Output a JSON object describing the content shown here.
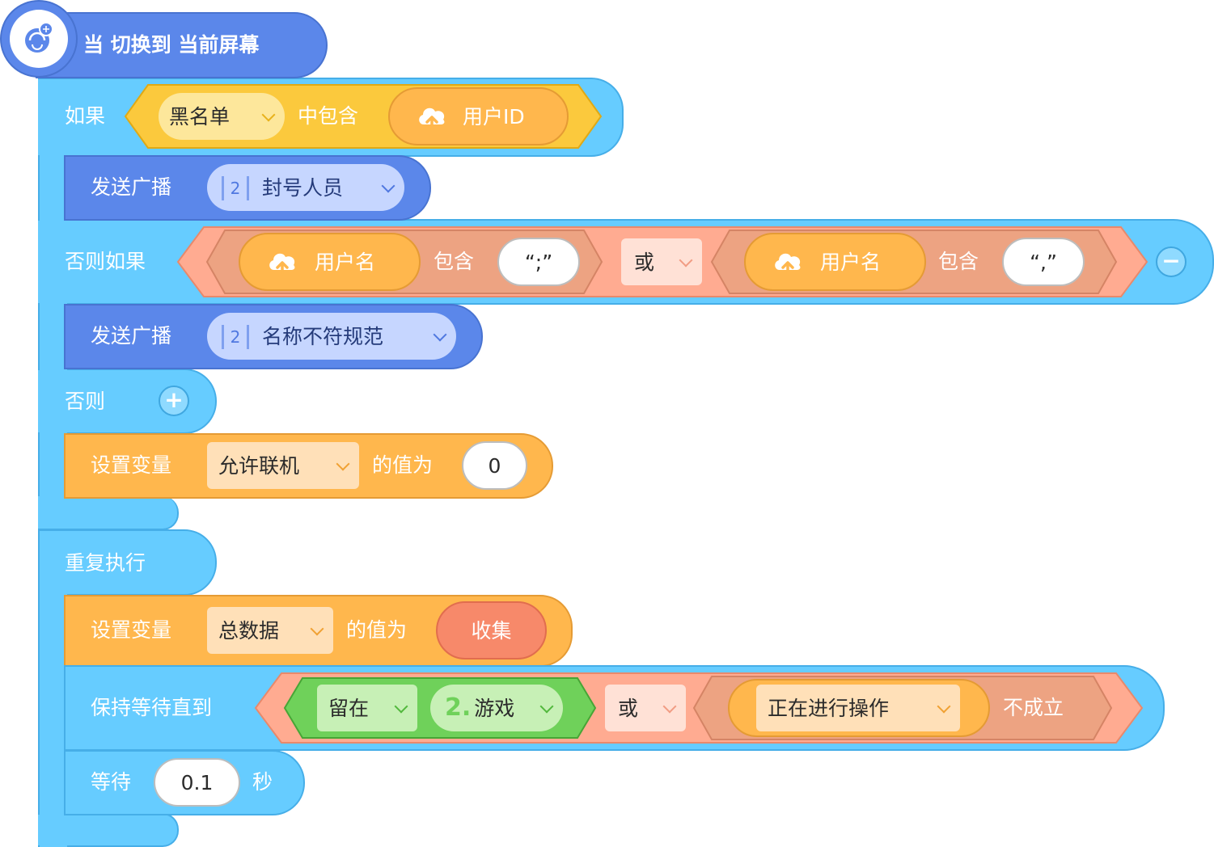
{
  "hat": {
    "label": "当 切换到 当前屏幕",
    "icon": "broadcast-globe-icon"
  },
  "if_block": {
    "if_label": "如果",
    "list_dropdown": "黑名单",
    "contains_label": "中包含",
    "user_id_label": "用户ID",
    "broadcast_label": "发送广播",
    "broadcast_badge": "2",
    "broadcast_message": "封号人员",
    "elif_label": "否则如果",
    "elif_username_1": "用户名",
    "elif_contains_1": "包含",
    "elif_value_1": "“;”",
    "elif_or": "或",
    "elif_username_2": "用户名",
    "elif_contains_2": "包含",
    "elif_value_2": "“,”",
    "broadcast2_label": "发送广播",
    "broadcast2_badge": "2",
    "broadcast2_message": "名称不符规范",
    "else_label": "否则",
    "set_label": "设置变量",
    "set_variable": "允许联机",
    "set_value_label": "的值为",
    "set_value": "0"
  },
  "repeat_block": {
    "repeat_label": "重复执行",
    "set_label": "设置变量",
    "set_variable": "总数据",
    "set_value_label": "的值为",
    "set_value": "收集",
    "wait_until_label": "保持等待直到",
    "stay_dropdown": "留在",
    "screen_number": "2.",
    "screen_name": "游戏",
    "or_label": "或",
    "operating_dropdown": "正在进行操作",
    "not_label": "不成立",
    "wait_label": "等待",
    "wait_value": "0.1",
    "wait_unit": "秒"
  },
  "colors": {
    "event_blue": "#5b87ea",
    "control_cyan": "#66ccff",
    "variable_orange": "#ffb74d",
    "logic_salmon": "#ffab91",
    "sensing_yellow": "#fbc93d",
    "screen_green": "#6fd15a"
  },
  "icons": {
    "cloud_upload": "cloud-upload-icon",
    "minus": "minus-icon",
    "plus": "plus-icon"
  },
  "buttons": {
    "minus": "−",
    "plus": "+"
  }
}
